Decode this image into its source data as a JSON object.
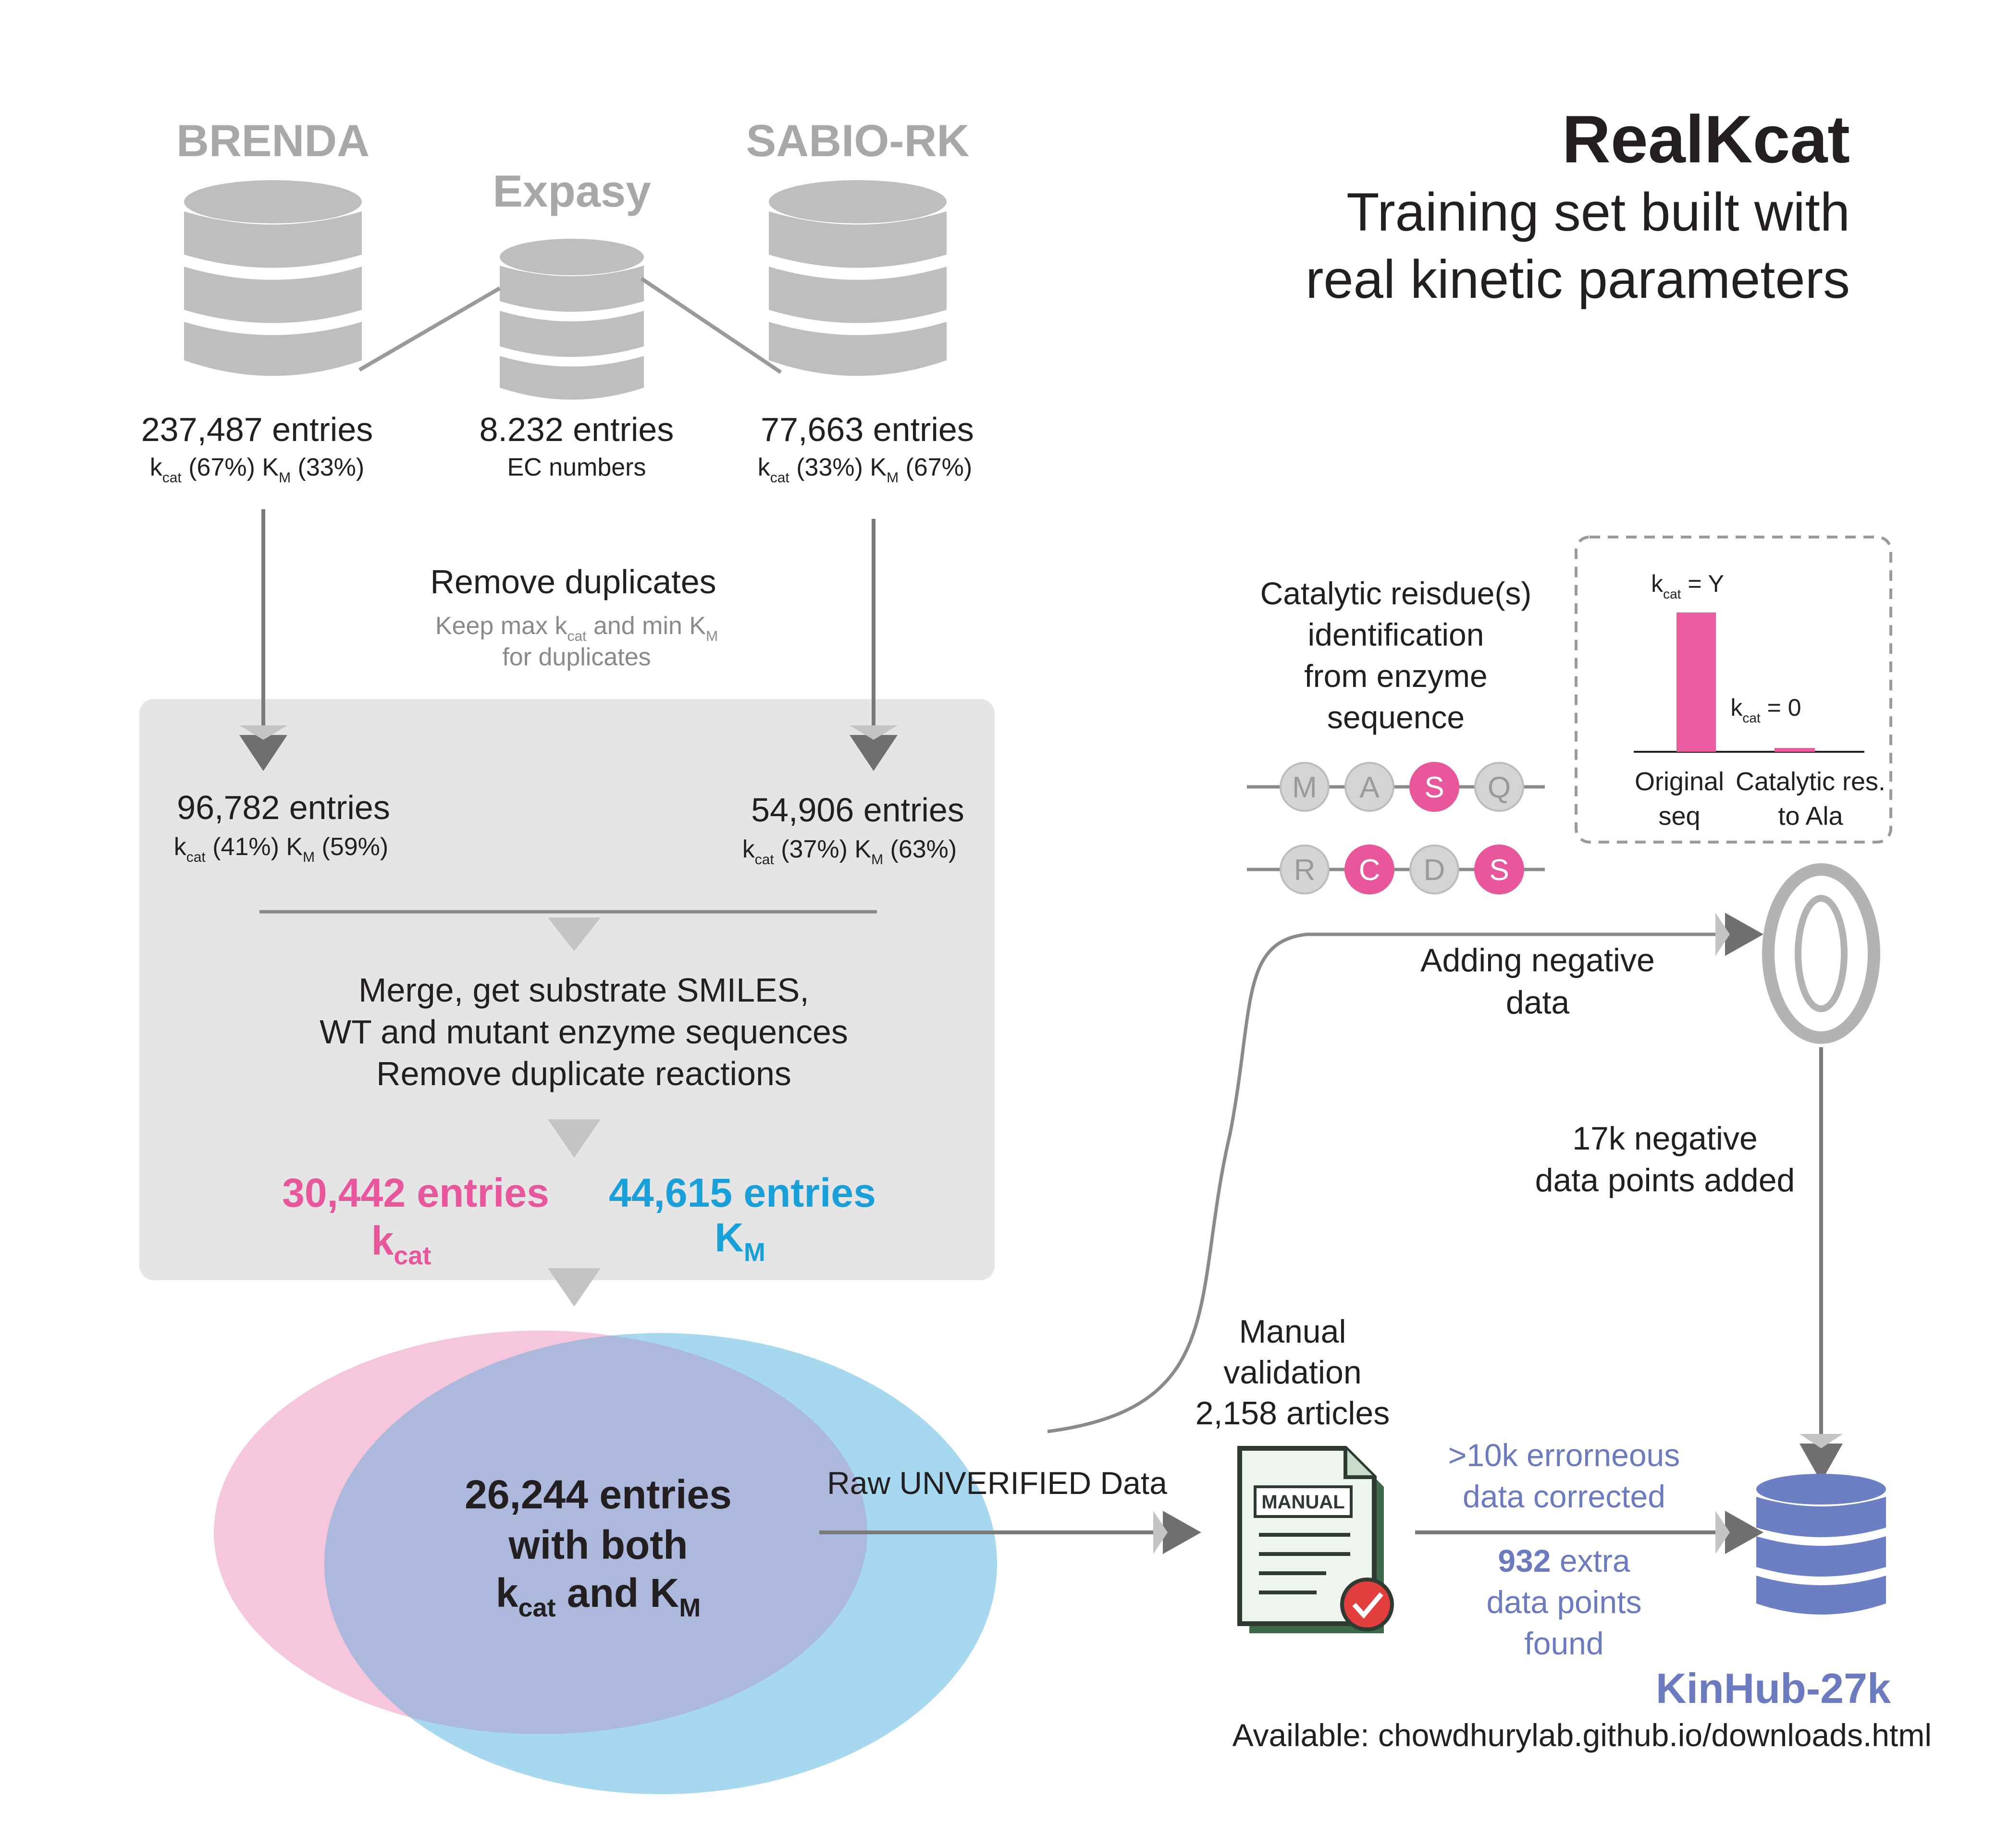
{
  "title": {
    "main": "RealKcat",
    "line1": "Training set built with",
    "line2": "real kinetic parameters"
  },
  "sources": {
    "brenda": {
      "name": "BRENDA",
      "entries": "237,487 entries",
      "split": [
        "k",
        "cat",
        " (67%) K",
        "M",
        " (33%)"
      ]
    },
    "expasy": {
      "name": "Expasy",
      "entries": "8.232 entries",
      "sub": "EC numbers"
    },
    "sabio": {
      "name": "SABIO-RK",
      "entries": "77,663 entries",
      "split": [
        "k",
        "cat",
        " (33%) K",
        "M",
        " (67%)"
      ]
    }
  },
  "dedup": {
    "title": "Remove duplicates",
    "note_line1": [
      "Keep max k",
      "cat",
      " and min K",
      "M"
    ],
    "note_line2": "for duplicates"
  },
  "filtered": {
    "left": {
      "entries": "96,782 entries",
      "split": [
        "k",
        "cat",
        " (41%) K",
        "M",
        " (59%)"
      ]
    },
    "right": {
      "entries": "54,906 entries",
      "split": [
        "k",
        "cat",
        " (37%) K",
        "M",
        " (63%)"
      ]
    }
  },
  "merge": {
    "line1": "Merge, get substrate SMILES,",
    "line2": "WT and mutant enzyme sequences",
    "line3": "Remove duplicate reactions"
  },
  "counts": {
    "kcat_entries": "30,442 entries",
    "kcat_label": [
      "k",
      "cat"
    ],
    "km_entries": "44,615 entries",
    "km_label": [
      "K",
      "M"
    ]
  },
  "venn": {
    "line1": "26,244 entries",
    "line2": "with both",
    "line3": [
      "k",
      "cat",
      " and K",
      "M"
    ]
  },
  "raw_label": "Raw UNVERIFIED Data",
  "manual": {
    "line1": "Manual",
    "line2": "validation",
    "line3": "2,158 articles",
    "doc_label": "MANUAL"
  },
  "corrections": {
    "line1": ">10k errorneous",
    "line2": "data corrected",
    "extra_num": "932",
    "extra_word": " extra",
    "line4": "data points",
    "line5": "found"
  },
  "catalytic": {
    "line1": "Catalytic reisdue(s)",
    "line2": "identification",
    "line3": "from enzyme",
    "line4": "sequence",
    "row1": [
      "M",
      "A",
      "S",
      "Q"
    ],
    "row1_highlight": [
      false,
      false,
      true,
      false
    ],
    "row2": [
      "R",
      "C",
      "D",
      "S"
    ],
    "row2_highlight": [
      false,
      true,
      false,
      true
    ]
  },
  "inset_chart": {
    "type": "bar",
    "categories": [
      [
        "Original",
        "seq"
      ],
      [
        "Catalytic res.",
        "to Ala"
      ]
    ],
    "bar_labels": [
      [
        "k",
        "cat",
        " = Y"
      ],
      [
        "k",
        "cat",
        " = 0"
      ]
    ],
    "values": [
      1,
      0
    ]
  },
  "negative": {
    "adding_line1": "Adding negative",
    "adding_line2": "data",
    "zero_glyph": "0",
    "added_line1": "17k negative",
    "added_line2": "data points added"
  },
  "kinhub": {
    "name": "KinHub-27k",
    "available": "Available: chowdhurylab.github.io/downloads.html"
  },
  "colors": {
    "db_gray": "#bebebe",
    "db_blue": "#6c7fc4",
    "pink": "#e8579c",
    "cyan": "#1aa0d8",
    "periwinkle": "#6c7bc0",
    "panel": "#e5e5e5",
    "arrow": "#8a8a8a",
    "venn_pink": "#f5c6dc",
    "venn_cyan": "#a6d8ef",
    "venn_overlap": "#adb9dc"
  }
}
